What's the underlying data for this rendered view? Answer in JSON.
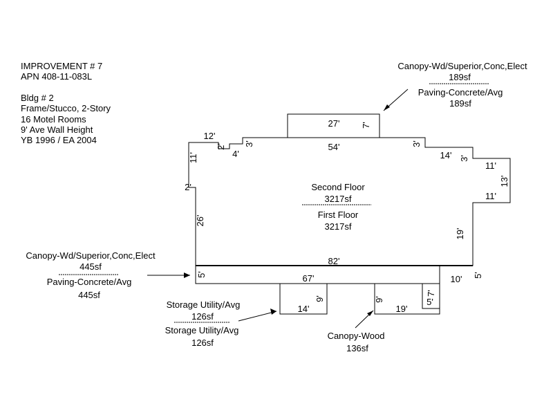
{
  "info": {
    "improvement": "IMPROVEMENT # 7",
    "apn": "APN 408-11-083L",
    "bldg": "Bldg # 2",
    "construction": "Frame/Stucco, 2-Story",
    "rooms": "16 Motel Rooms",
    "wall_height": "9' Ave Wall Height",
    "year": "YB 1996 / EA 2004"
  },
  "floors": {
    "upper_name": "Second Floor",
    "upper_area": "3217sf",
    "lower_name": "First Floor",
    "lower_area": "3217sf"
  },
  "callouts": {
    "top_right": {
      "upper_name": "Canopy-Wd/Superior,Conc,Elect",
      "upper_area": "189sf",
      "lower_name": "Paving-Concrete/Avg",
      "lower_area": "189sf"
    },
    "left": {
      "upper_name": "Canopy-Wd/Superior,Conc,Elect",
      "upper_area": "445sf",
      "lower_name": "Paving-Concrete/Avg",
      "lower_area": "445sf"
    },
    "storage": {
      "upper_name": "Storage Utility/Avg",
      "upper_area": "126sf",
      "lower_name": "Storage Utility/Avg",
      "lower_area": "126sf"
    },
    "canopy_wood": {
      "name": "Canopy-Wood",
      "area": "136sf"
    }
  },
  "dims": {
    "d27": "27'",
    "d7a": "7'",
    "d54": "54'",
    "d12": "12'",
    "d2a": "2'",
    "d3a": "3'",
    "d4": "4'",
    "d11a": "11'",
    "d2b": "2'",
    "d3b": "3'",
    "d14a": "14'",
    "d3c": "3'",
    "d11b": "11'",
    "d13": "13'",
    "d11c": "11'",
    "d26": "26'",
    "d19a": "19'",
    "d82": "82'",
    "d5a": "5'",
    "d67": "67'",
    "d10": "10'",
    "d5b": "5'",
    "d9a": "9'",
    "d14b": "14'",
    "d9b": "9'",
    "d19b": "19'",
    "d7b": "7'",
    "d5c": "5'"
  }
}
